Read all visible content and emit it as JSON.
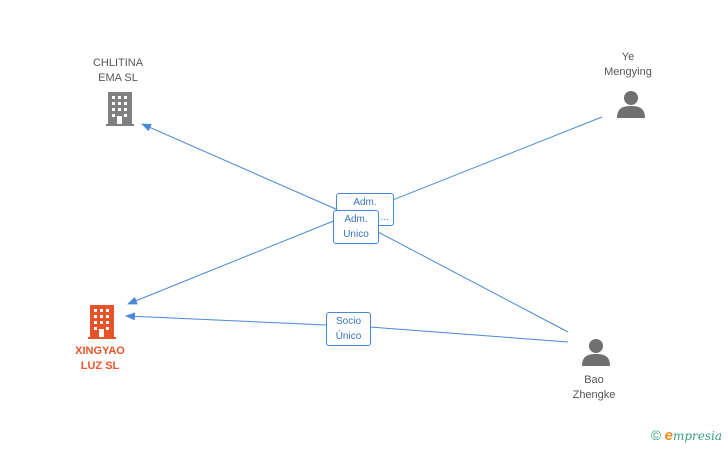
{
  "nodes": {
    "chlitina": {
      "line1": "CHLITINA",
      "line2": "EMA SL"
    },
    "ye": {
      "line1": "Ye",
      "line2": "Mengying"
    },
    "xingyao": {
      "line1": "XINGYAO",
      "line2": "LUZ SL"
    },
    "bao": {
      "line1": "Bao",
      "line2": "Zhengke"
    }
  },
  "edges": {
    "ye_to_chlitina": {
      "line1": "Adm.",
      "line2": "..."
    },
    "bao_to_xingyao_adm": {
      "line1": "Adm.",
      "line2": "Unico"
    },
    "bao_to_xingyao_socio": {
      "line1": "Socio",
      "line2": "Único"
    }
  },
  "colors": {
    "edge": "#4a88d8",
    "company": "#808080",
    "company_main": "#e8542a",
    "person": "#707070"
  },
  "brand": {
    "copyright": "©",
    "name_initial": "e",
    "name_rest": "mpresia"
  }
}
